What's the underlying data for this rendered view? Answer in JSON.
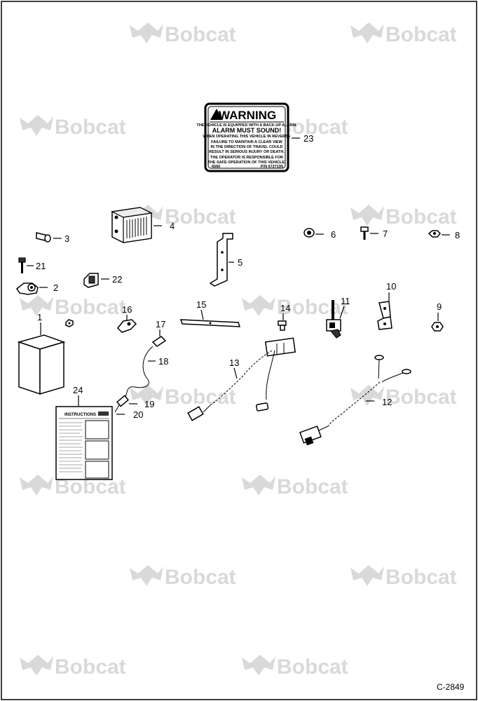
{
  "watermark": {
    "brand": "Bobcat"
  },
  "warning_decal": {
    "heading": "WARNING",
    "main_line": "ALARM MUST SOUND!",
    "line_1": "THE VEHICLE IS EQUIPPED WITH A BACK-UP ALARM.",
    "line_2": "WHEN OPERATING THIS VEHICLE IN REVERSE",
    "line_3": "FAILURE TO MAINTAIN A CLEAR VIEW",
    "line_4": "IN THE DIRECTION OF TRAVEL COULD",
    "line_5": "RESULT IN SERIOUS INJURY OR DEATH.",
    "line_6": "THE OPERATOR IS RESPONSIBLE FOR",
    "line_7": "THE SAFE OPERATION OF THIS VEHICLE.",
    "footer_left": "6566",
    "footer_right": "P/N 6727195"
  },
  "instructions_sheet": {
    "title": "INSTRUCTIONS"
  },
  "callouts": [
    "1",
    "2",
    "3",
    "4",
    "5",
    "6",
    "7",
    "8",
    "9",
    "10",
    "11",
    "12",
    "13",
    "14",
    "15",
    "16",
    "17",
    "18",
    "19",
    "20",
    "21",
    "22",
    "23",
    "24"
  ],
  "drawing_number": "C-2849"
}
